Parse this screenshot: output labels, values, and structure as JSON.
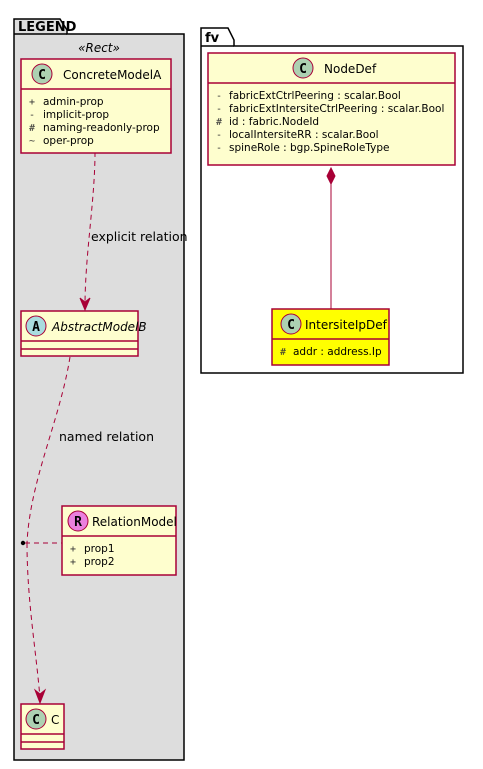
{
  "packages": {
    "legend": {
      "title": "LEGEND",
      "stereotype": "«Rect»"
    },
    "fv": {
      "title": "fv"
    }
  },
  "classes": {
    "concrete_model_a": {
      "name": "ConcreteModelA",
      "kind_glyph": "C",
      "members": [
        {
          "visibility": "+",
          "text": "admin-prop"
        },
        {
          "visibility": "-",
          "text": "implicit-prop"
        },
        {
          "visibility": "#",
          "text": "naming-readonly-prop"
        },
        {
          "visibility": "~",
          "text": "oper-prop"
        }
      ]
    },
    "abstract_model_b": {
      "name": "AbstractModelB",
      "kind_glyph": "A"
    },
    "relation_model": {
      "name": "RelationModel",
      "kind_glyph": "R",
      "members": [
        {
          "visibility": "+",
          "text": "prop1"
        },
        {
          "visibility": "+",
          "text": "prop2"
        }
      ]
    },
    "c": {
      "name": "C",
      "kind_glyph": "C"
    },
    "node_def": {
      "name": "NodeDef",
      "kind_glyph": "C",
      "members": [
        {
          "visibility": "-",
          "text": "fabricExtCtrlPeering : scalar.Bool"
        },
        {
          "visibility": "-",
          "text": "fabricExtIntersiteCtrlPeering : scalar.Bool"
        },
        {
          "visibility": "#",
          "text": "id : fabric.NodeId"
        },
        {
          "visibility": "-",
          "text": "localIntersiteRR : scalar.Bool"
        },
        {
          "visibility": "-",
          "text": "spineRole : bgp.SpineRoleType"
        }
      ]
    },
    "intersite_ip_def": {
      "name": "IntersiteIpDef",
      "kind_glyph": "C",
      "members": [
        {
          "visibility": "#",
          "text": "addr : address.Ip"
        }
      ]
    }
  },
  "relations": {
    "explicit": {
      "label": "explicit relation"
    },
    "named": {
      "label": "named relation"
    }
  },
  "colors": {
    "legend_bg": "#dddddd",
    "class_bg": "#fefece",
    "class_border": "#a80036",
    "highlight_bg": "#ffff00",
    "circle_c": "#add1b2",
    "circle_a": "#a9dcdf",
    "circle_r": "#ea80de",
    "composition": "#a80036"
  }
}
